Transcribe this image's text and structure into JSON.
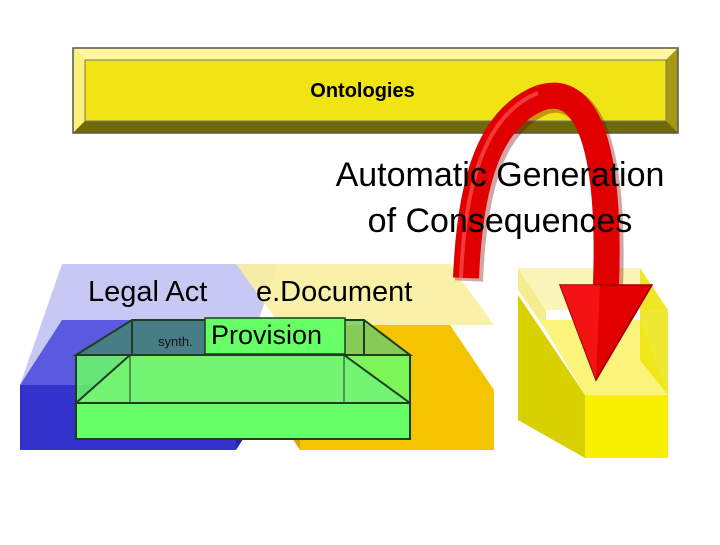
{
  "top_box": {
    "label": "Ontologies"
  },
  "arrow": {
    "label_line1": "Automatic Generation",
    "label_line2": "of Consequences"
  },
  "blocks": {
    "legal_act": "Legal Act",
    "e_document": "e.Document",
    "synth": "synth.",
    "provision": "Provision"
  },
  "colors": {
    "ontology_yellow": "#f0e414",
    "arrow_red": "#e00000",
    "legal_act_blue": "#3333cc",
    "edocument_orange": "#f5c400",
    "consequence_yellow": "#f7f000",
    "provision_green": "#66ff66"
  }
}
